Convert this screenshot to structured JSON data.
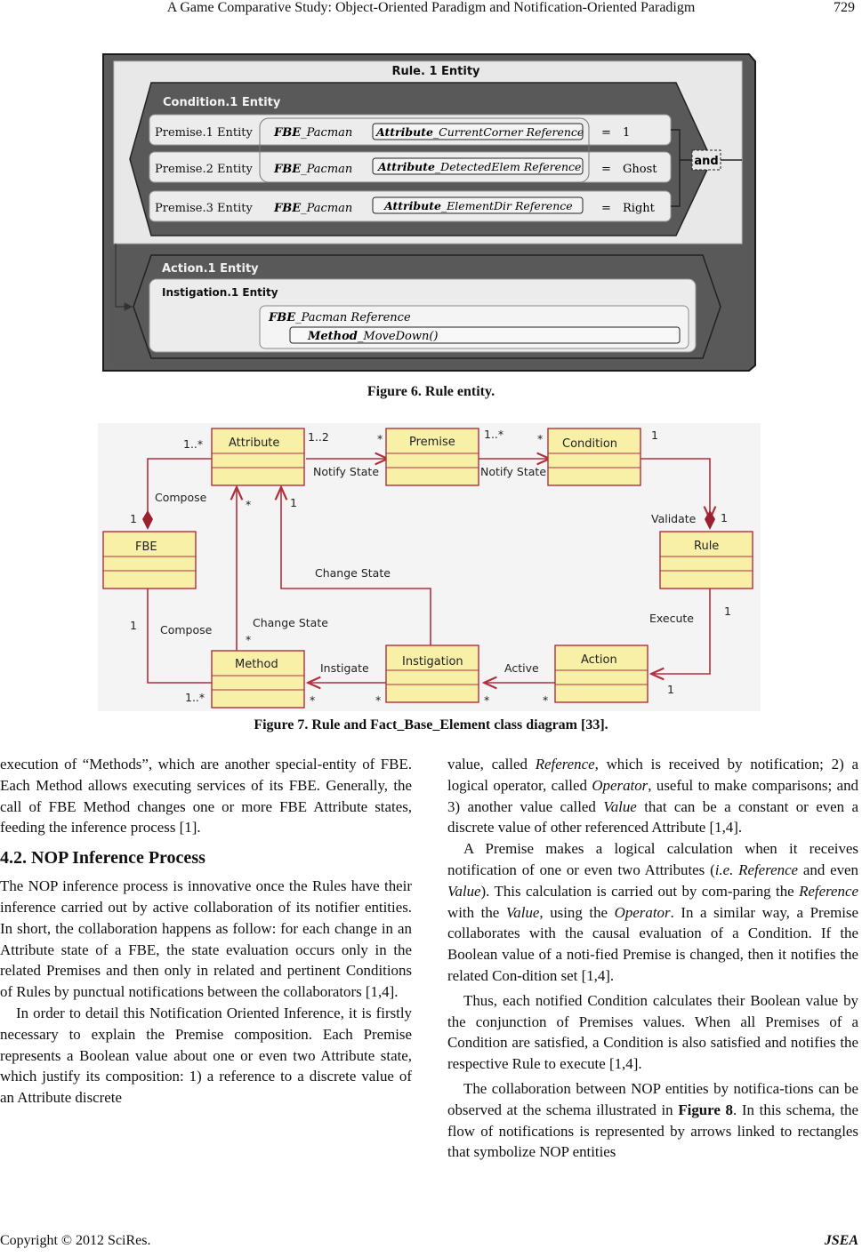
{
  "header": {
    "title": "A Game Comparative Study: Object-Oriented Paradigm and Notification-Oriented Paradigm",
    "page_number": "729"
  },
  "figure6": {
    "caption": "Figure 6. Rule entity.",
    "rule_title": "Rule. 1 Entity",
    "condition_title": "Condition.1 Entity",
    "premises": [
      {
        "label": "Premise.1 Entity",
        "fbe_b": "FBE",
        "fbe_i": "_Pacman",
        "attr_b": "Attribute",
        "attr_i": "_CurrentCorner Reference",
        "op": "=",
        "value": "1"
      },
      {
        "label": "Premise.2 Entity",
        "fbe_b": "FBE",
        "fbe_i": "_Pacman",
        "attr_b": "Attribute",
        "attr_i": "_DetectedElem Reference",
        "op": "=",
        "value": "Ghost"
      },
      {
        "label": "Premise.3 Entity",
        "fbe_b": "FBE",
        "fbe_i": "_Pacman",
        "attr_b": "Attribute",
        "attr_i": "_ElementDir Reference",
        "op": "=",
        "value": "Right"
      }
    ],
    "and_label": "and",
    "action_title": "Action.1 Entity",
    "instigation_title": "Instigation.1 Entity",
    "fbe_ref_b": "FBE",
    "fbe_ref_i": "_Pacman Reference",
    "method_b": "Method",
    "method_i": "_MoveDown()"
  },
  "figure7": {
    "caption": "Figure 7. Rule and Fact_Base_Element class diagram [33].",
    "classes": {
      "attribute": "Attribute",
      "premise": "Premise",
      "condition": "Condition",
      "fbe": "FBE",
      "rule": "Rule",
      "method": "Method",
      "instigation": "Instigation",
      "action": "Action"
    },
    "labels": {
      "notify_state_1": "Notify State",
      "notify_state_2": "Notify State",
      "compose_1": "Compose",
      "compose_2": "Compose",
      "change_state_1": "Change State",
      "change_state_2": "Change State",
      "validate": "Validate",
      "execute": "Execute",
      "instigate": "Instigate",
      "active": "Active"
    },
    "multiplicities": {
      "attr_fbe": "1..*",
      "attr_premise": "1..2",
      "premise_attr_star": "*",
      "premise_cond": "1..*",
      "cond_premise_star": "*",
      "cond_rule_1": "1",
      "rule_cond_1": "1",
      "fbe_attr_1": "1",
      "attr_method_star": "*",
      "attr_instig_1": "1",
      "fbe_method_1": "1",
      "method_star": "*",
      "method_fbe": "1..*",
      "method_instig_star": "*",
      "instig_method_star": "*",
      "instig_action_star": "*",
      "action_instig_star": "*",
      "rule_action_1": "1",
      "action_rule_1": "1"
    }
  },
  "left": {
    "p1": "execution of “Methods”, which are another special-entity of FBE. Each Method allows executing services of its FBE. Generally, the call of FBE Method changes one or more FBE Attribute states, feeding the inference process [1].",
    "heading": "4.2. NOP Inference Process",
    "p2": "The NOP inference process is innovative once the Rules have their inference carried out by active collaboration of its notifier entities. In short, the collaboration happens as follow: for each change in an Attribute state of a FBE, the state evaluation occurs only in the related Premises and then only in related and pertinent Conditions of Rules by punctual notifications between the collaborators [1,4].",
    "p3": "In order to detail this Notification Oriented Inference, it is firstly necessary to explain the Premise composition. Each Premise represents a Boolean value about one or even two Attribute state, which justify its composition: 1) a reference to a discrete value of an Attribute discrete"
  },
  "right": {
    "p1a": "value, called ",
    "p1b": "Reference",
    "p1c": ", which is received by notification; 2) a logical operator, called ",
    "p1d": "Operator",
    "p1e": ", useful to make comparisons; and 3) another value called ",
    "p1f": "Value",
    "p1g": " that can be a constant or even a discrete value of other referenced Attribute [1,4].",
    "p2a": "A Premise makes a logical calculation when it receives notification of one or even two Attributes (",
    "p2b": "i.e. Reference",
    "p2c": " and even ",
    "p2d": "Value",
    "p2e": "). This calculation is carried out by com-paring the ",
    "p2f": "Reference",
    "p2g": " with the ",
    "p2h": "Value",
    "p2i": ", using the ",
    "p2j": "Operator",
    "p2k": ". In a similar way, a Premise collaborates with the causal evaluation of a Condition. If the Boolean value of a noti-fied Premise is changed, then it notifies the related Con-dition set [1,4].",
    "p3": "Thus, each notified Condition calculates their Boolean value by the conjunction of Premises values. When all Premises of a Condition are satisfied, a Condition is also satisfied and notifies the respective Rule to execute [1,4].",
    "p4a": "The collaboration between NOP entities by notifica-tions can be observed at the schema illustrated in ",
    "p4b": "Figure 8",
    "p4c": ". In this schema, the flow of notifications is represented by arrows linked to rectangles that symbolize NOP entities"
  },
  "footer": {
    "copyright": "Copyright © 2012 SciRes.",
    "journal": "JSEA"
  }
}
